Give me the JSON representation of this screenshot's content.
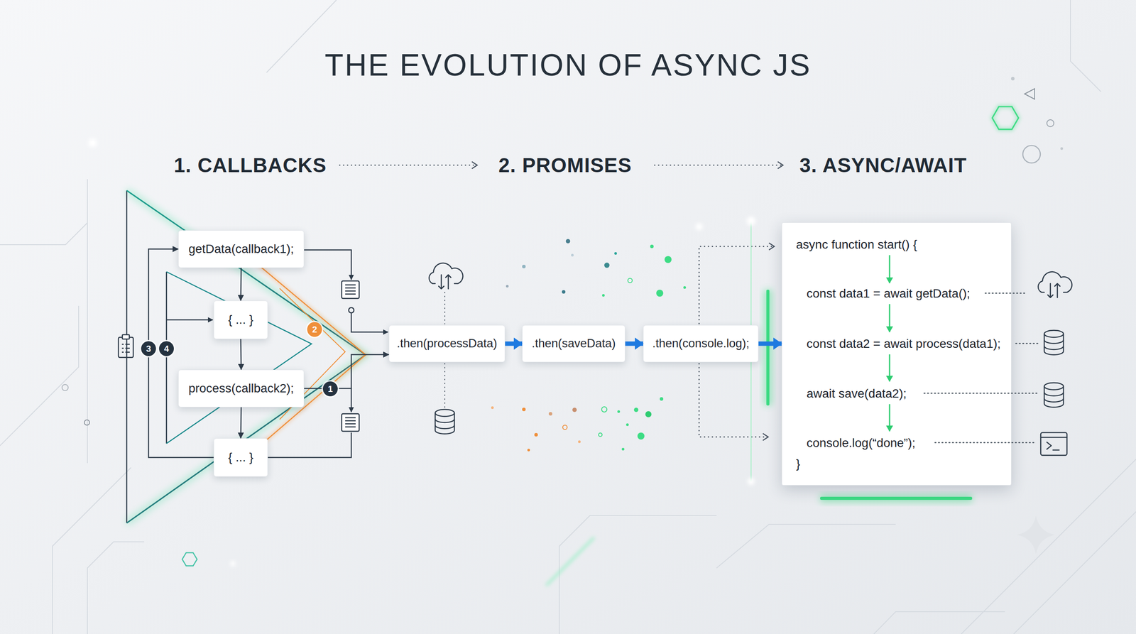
{
  "diagram": {
    "title": "THE EVOLUTION OF ASYNC JS",
    "nodes": [
      {
        "text": [
          "getData(callback1);"
        ]
      },
      {
        "text": [
          "{ ... }"
        ]
      },
      {
        "text": [
          "process(callback2);"
        ]
      },
      {
        "text": [
          "{ ... }"
        ]
      },
      {
        "text": [
          ".then(processData)"
        ]
      },
      {
        "text": [
          ".then(saveData)"
        ]
      },
      {
        "text": [
          ".then(console.log);"
        ]
      },
      {
        "text": [
          "async function start() {",
          "const data1 = await getData();",
          "const data2 = await process(data1);",
          "await save(data2);",
          "console.log(“done”);",
          "}"
        ]
      }
    ],
    "edges": [
      {
        "from": 0,
        "to": 1,
        "arrow": "to"
      },
      {
        "from": 1,
        "to": 2,
        "arrow": "to"
      },
      {
        "from": 2,
        "to": 3,
        "arrow": "to"
      },
      {
        "from": 3,
        "to": 0,
        "arrow": "to"
      },
      {
        "from": 2,
        "to": 4,
        "arrow": "to"
      },
      {
        "from": 4,
        "to": 5,
        "arrow": "to"
      },
      {
        "from": 5,
        "to": 6,
        "arrow": "to"
      },
      {
        "from": 6,
        "to": 7,
        "arrow": "to"
      }
    ],
    "labels": [
      "1. CALLBACKS",
      "2. PROMISES",
      "3. ASYNC/AWAIT",
      "3",
      "4",
      "2",
      "1"
    ]
  }
}
